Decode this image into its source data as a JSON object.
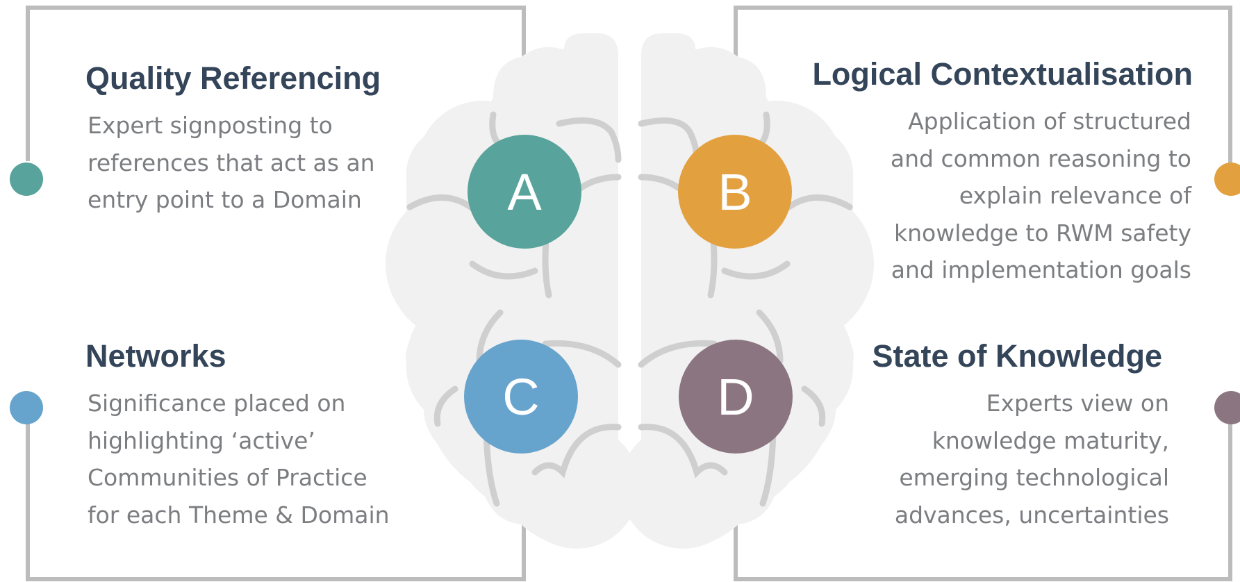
{
  "colors": {
    "teal": "#58a39b",
    "orange": "#e2a13e",
    "blue": "#66a3cd",
    "mauve": "#8b7581",
    "heading": "#34455a",
    "body_text": "#7b7d80",
    "frame": "#bcbcbc",
    "brain_fill": "#f1f1f1",
    "brain_lines": "#cfcfcf"
  },
  "quadrants": [
    {
      "letter": "A",
      "title": "Quality Referencing",
      "description": "Expert signposting to\nreferences that act as an\nentry point to a Domain",
      "color": "teal"
    },
    {
      "letter": "B",
      "title": "Logical Contextualisation",
      "description": "Application of structured\nand common reasoning to\nexplain relevance of\nknowledge to RWM safety\nand implementation goals",
      "color": "orange"
    },
    {
      "letter": "C",
      "title": "Networks",
      "description": "Significance placed on\nhighlighting ‘active’\nCommunities of Practice\nfor each Theme & Domain",
      "color": "blue"
    },
    {
      "letter": "D",
      "title": "State of Knowledge",
      "description": "Experts view on\nknowledge maturity,\nemerging technological\nadvances, uncertainties",
      "color": "mauve"
    }
  ]
}
